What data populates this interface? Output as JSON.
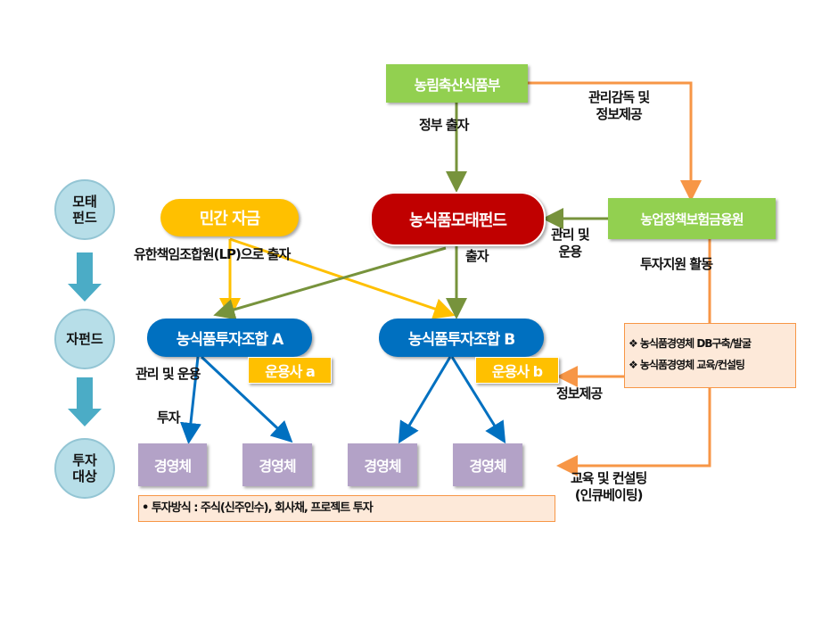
{
  "stages": [
    "모태\n펀드",
    "자펀드",
    "투자\n대상"
  ],
  "nodes": {
    "ministry": "농림축산식품부",
    "mother_fund": "농식품모태펀드",
    "agency": "농업정책보험금융원",
    "private": "민간 자금",
    "fund_a": "농식품투자조합 A",
    "fund_b": "농식품투자조합 B",
    "manager_a": "운용사 a",
    "manager_b": "운용사 b",
    "entities": [
      "경영체",
      "경영체",
      "경영체",
      "경영체"
    ]
  },
  "labels": {
    "gov_invest": "정부 출자",
    "supervision": "관리감독 및\n정보제공",
    "manage_operate": "관리 및\n운용",
    "lp_invest": "유한책임조합원(LP)으로 출자",
    "invest": "출자",
    "support": "투자지원 활동",
    "manage_operate_a": "관리 및 운용",
    "info_provide": "정보제공",
    "investment": "투자",
    "education": "교육 및 컨설팅\n(인큐베이팅)"
  },
  "support_box": [
    "❖ 농식품경영체 DB구축/발굴",
    "❖ 농식품경영체 교육/컨설팅"
  ],
  "method_note": "• 투자방식 : 주식(신주인수), 회사채, 프로젝트 투자",
  "colors": {
    "green": "#92d050",
    "red": "#c00000",
    "yellow": "#ffc000",
    "blue": "#0070c0",
    "purple": "#b3a2c7",
    "orange": "#f79646",
    "teal": "#4bacc6"
  }
}
